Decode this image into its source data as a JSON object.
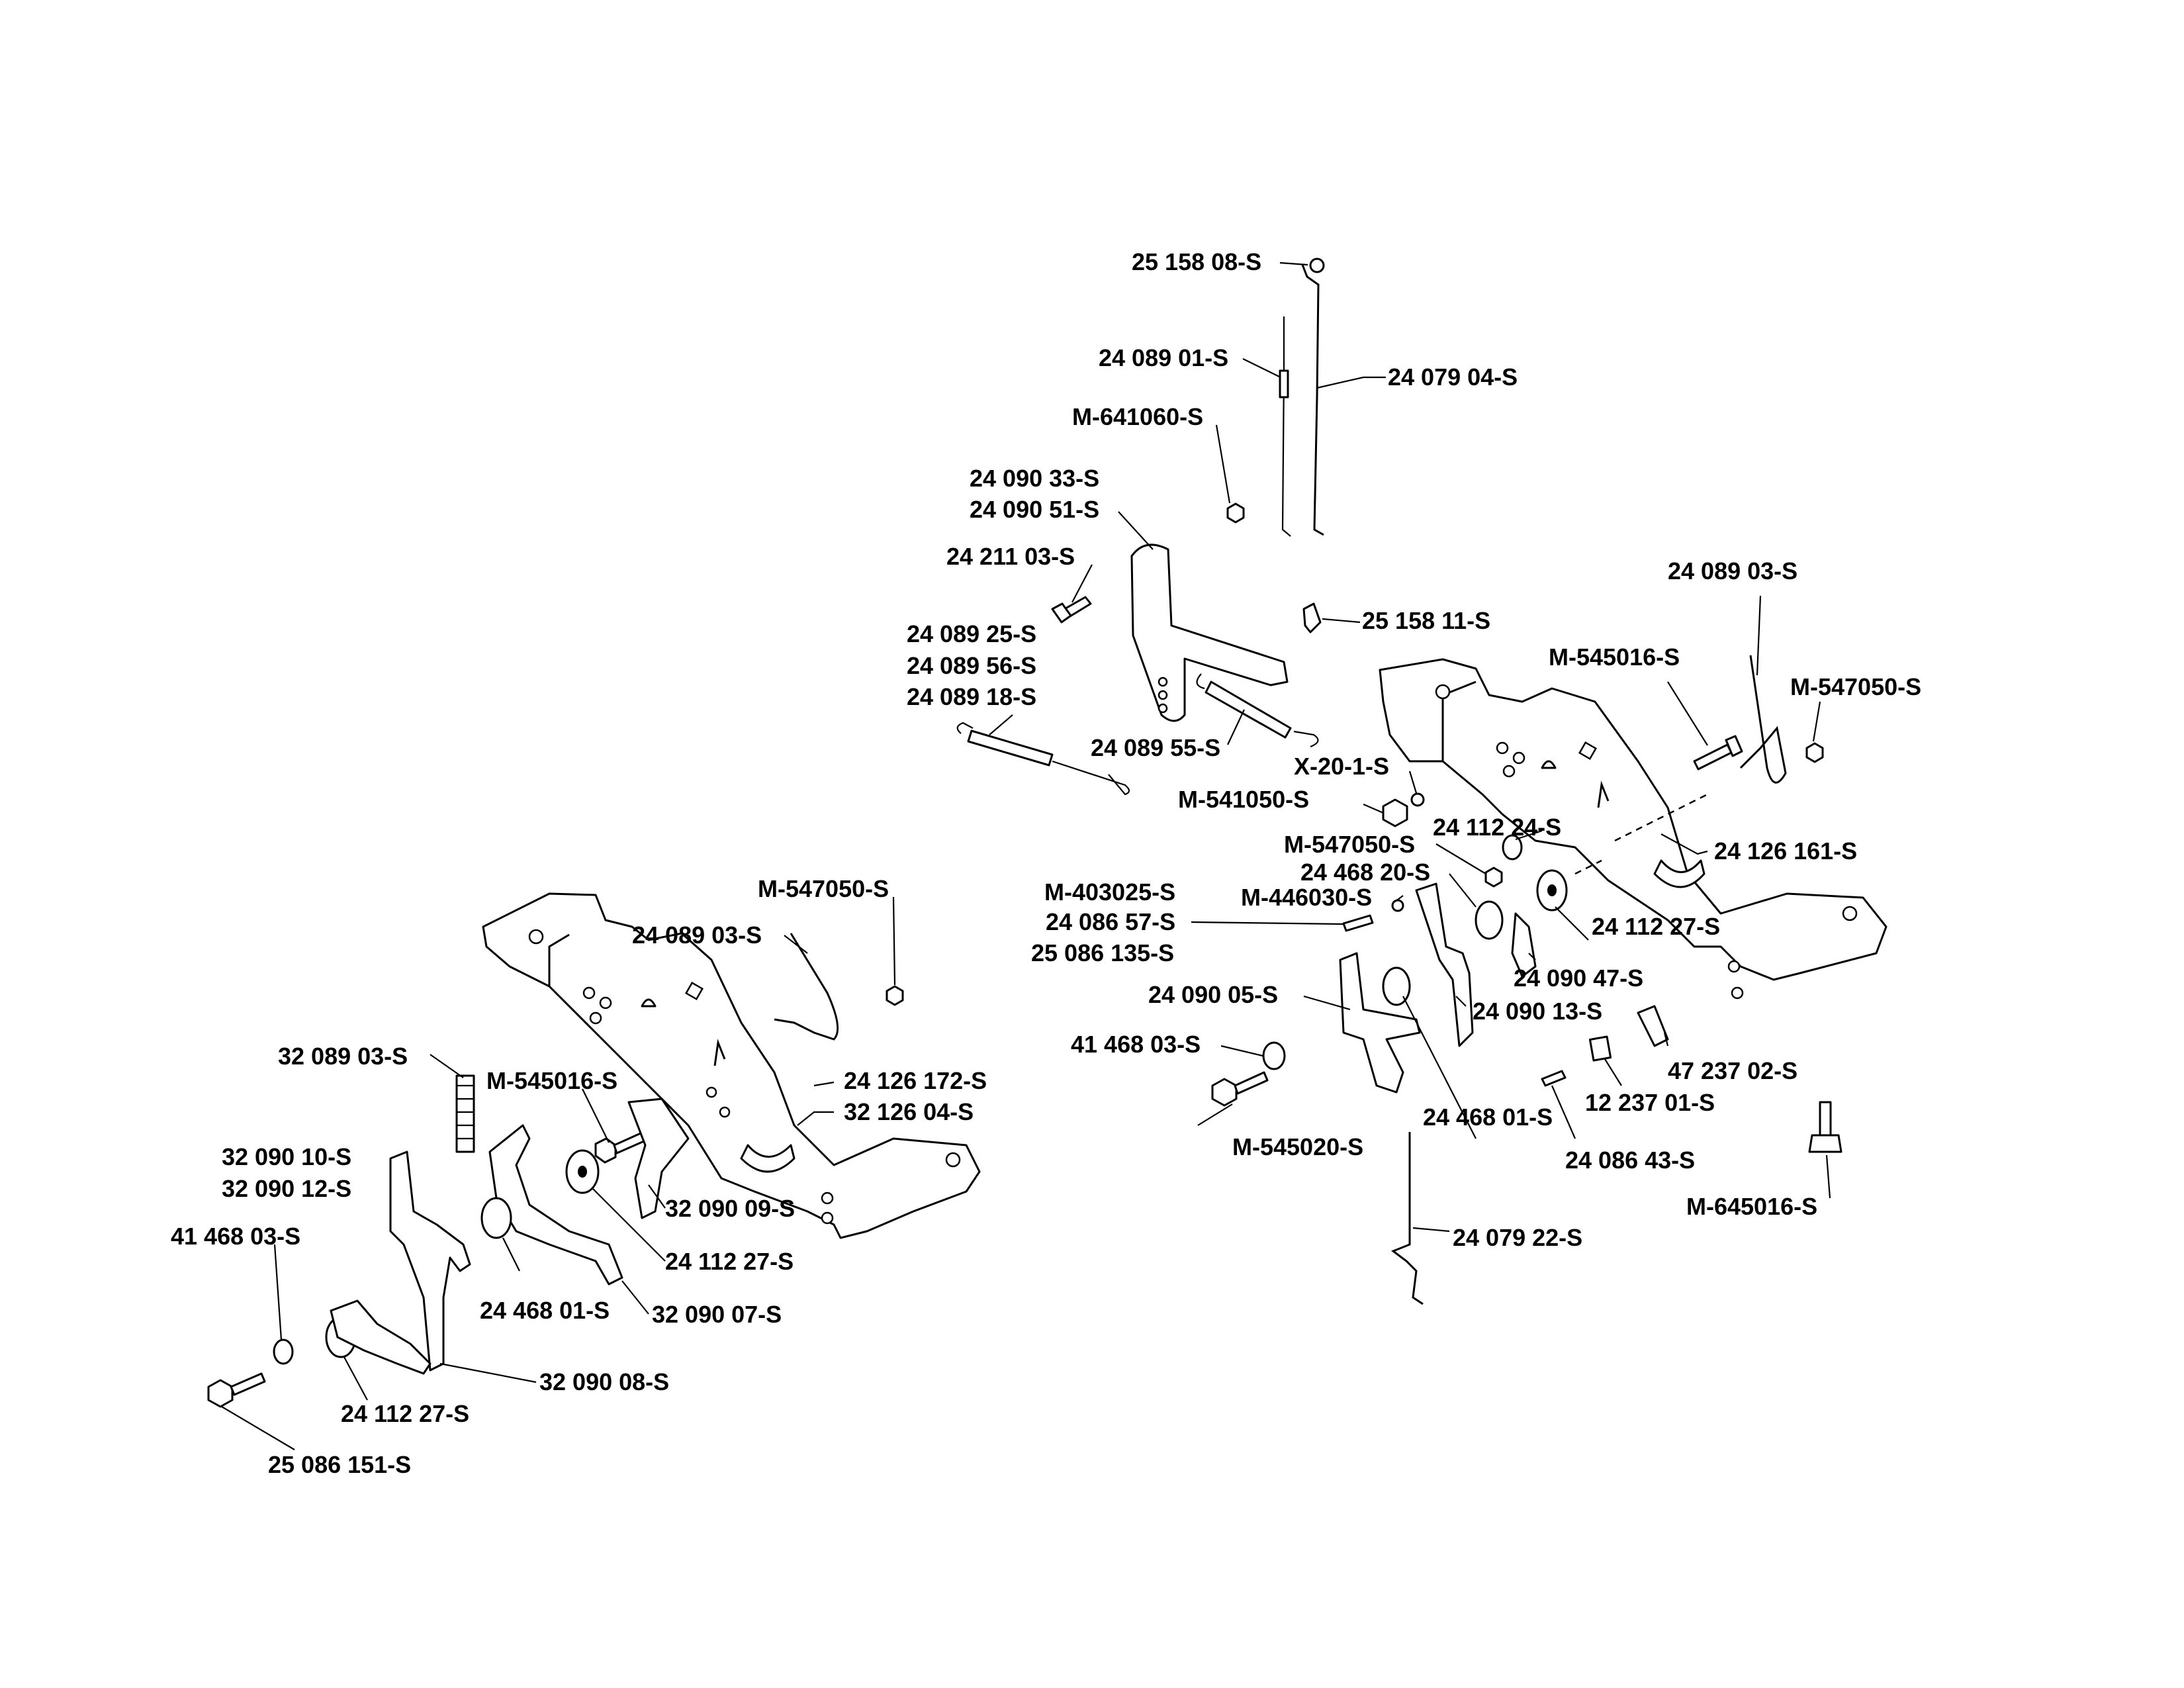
{
  "drawing": {
    "callouts": [
      {
        "id": "c01",
        "text": "25 158 08-S"
      },
      {
        "id": "c02",
        "text": "24 089 01-S"
      },
      {
        "id": "c03",
        "text": "24 079 04-S"
      },
      {
        "id": "c04",
        "text": "M-641060-S"
      },
      {
        "id": "c05",
        "text": "24 090 33-S"
      },
      {
        "id": "c06",
        "text": "24 090 51-S"
      },
      {
        "id": "c07",
        "text": "24 211 03-S"
      },
      {
        "id": "c08",
        "text": "25 158 11-S"
      },
      {
        "id": "c09",
        "text": "24 089 03-S"
      },
      {
        "id": "c10",
        "text": "24 089 25-S"
      },
      {
        "id": "c11",
        "text": "24 089 56-S"
      },
      {
        "id": "c12",
        "text": "24 089 18-S"
      },
      {
        "id": "c13",
        "text": "M-545016-S"
      },
      {
        "id": "c14",
        "text": "M-547050-S"
      },
      {
        "id": "c15",
        "text": "24 089 55-S"
      },
      {
        "id": "c16",
        "text": "X-20-1-S"
      },
      {
        "id": "c17",
        "text": "M-541050-S"
      },
      {
        "id": "c18",
        "text": "24 112 24-S"
      },
      {
        "id": "c19",
        "text": "M-547050-S"
      },
      {
        "id": "c20",
        "text": "24 126 161-S"
      },
      {
        "id": "c21",
        "text": "24 468 20-S"
      },
      {
        "id": "c22",
        "text": "M-403025-S"
      },
      {
        "id": "c23",
        "text": "M-446030-S"
      },
      {
        "id": "c24",
        "text": "24 112 27-S"
      },
      {
        "id": "c25",
        "text": "24 086 57-S"
      },
      {
        "id": "c26",
        "text": "25 086 135-S"
      },
      {
        "id": "c27",
        "text": "24 090 47-S"
      },
      {
        "id": "c28",
        "text": "M-547050-S"
      },
      {
        "id": "c29",
        "text": "24 090 05-S"
      },
      {
        "id": "c30",
        "text": "24 090 13-S"
      },
      {
        "id": "c31",
        "text": "24 089 03-S"
      },
      {
        "id": "c32",
        "text": "41 468 03-S"
      },
      {
        "id": "c33",
        "text": "47 237 02-S"
      },
      {
        "id": "c34",
        "text": "32 089 03-S"
      },
      {
        "id": "c35",
        "text": "24 126 172-S"
      },
      {
        "id": "c36",
        "text": "M-545016-S"
      },
      {
        "id": "c37",
        "text": "32 126 04-S"
      },
      {
        "id": "c38",
        "text": "12 237 01-S"
      },
      {
        "id": "c39",
        "text": "24 468 01-S"
      },
      {
        "id": "c40",
        "text": "M-545020-S"
      },
      {
        "id": "c41",
        "text": "24 086 43-S"
      },
      {
        "id": "c42",
        "text": "32 090 10-S"
      },
      {
        "id": "c43",
        "text": "32 090 12-S"
      },
      {
        "id": "c44",
        "text": "M-645016-S"
      },
      {
        "id": "c45",
        "text": "32 090 09-S"
      },
      {
        "id": "c46",
        "text": "41 468 03-S"
      },
      {
        "id": "c47",
        "text": "24 079 22-S"
      },
      {
        "id": "c48",
        "text": "24 112 27-S"
      },
      {
        "id": "c49",
        "text": "24 468 01-S"
      },
      {
        "id": "c50",
        "text": "32 090 07-S"
      },
      {
        "id": "c51",
        "text": "32 090 08-S"
      },
      {
        "id": "c52",
        "text": "24 112 27-S"
      },
      {
        "id": "c53",
        "text": "25 086 151-S"
      }
    ]
  }
}
